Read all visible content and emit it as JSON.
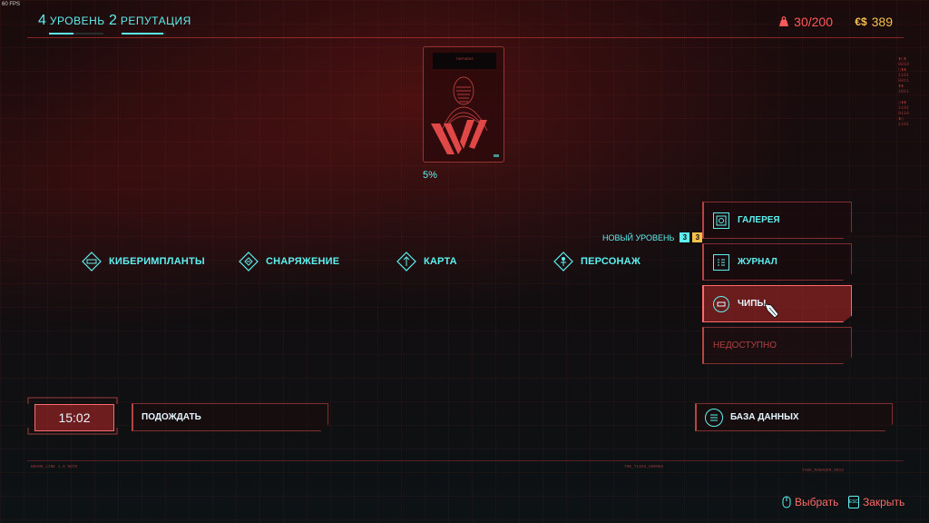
{
  "fps": "60 FPS",
  "header": {
    "level": {
      "value": "4",
      "label": "УРОВЕНЬ",
      "progress": 0.45
    },
    "reputation": {
      "value": "2",
      "label": "РЕПУТАЦИЯ",
      "progress": 0.95
    },
    "carry_weight": "30/200",
    "money": "389",
    "money_symbol": "€$"
  },
  "portrait": {
    "cap_text": "TARTARUS",
    "percent": "5%"
  },
  "menu": [
    {
      "label": "КИБЕРИМПЛАНТЫ",
      "icon": "cyberware-icon"
    },
    {
      "label": "СНАРЯЖЕНИЕ",
      "icon": "inventory-icon"
    },
    {
      "label": "КАРТА",
      "icon": "map-icon"
    },
    {
      "label": "ПЕРСОНАЖ",
      "icon": "character-icon"
    }
  ],
  "new_level": {
    "label": "НОВЫЙ УРОВЕНЬ",
    "attribute_points": "3",
    "perk_points": "3"
  },
  "side_panel": [
    {
      "label": "ГАЛЕРЕЯ",
      "icon": "gallery-icon",
      "state": "normal"
    },
    {
      "label": "ЖУРНАЛ",
      "icon": "journal-icon",
      "state": "normal"
    },
    {
      "label": "ЧИПЫ",
      "icon": "shards-icon",
      "state": "active"
    },
    {
      "label": "НЕДОСТУПНО",
      "icon": "",
      "state": "disabled"
    }
  ],
  "time": "15:02",
  "wait_label": "ПОДОЖДАТЬ",
  "database_label": "БАЗА ДАННЫХ",
  "footer": {
    "tiny_left": "BRAND_LINE   1.0 NOTS",
    "tiny_mid": "TRK_TLOSS_S00086",
    "tiny_right": "TASK_MANAGER_S01S",
    "select_label": "Выбрать",
    "close_label": "Закрыть",
    "close_key": "ESC"
  },
  "colors": {
    "accent": "#5ef0f0",
    "red": "#ff5a5a",
    "gold": "#f4c04a",
    "active_bg": "#b42828"
  }
}
